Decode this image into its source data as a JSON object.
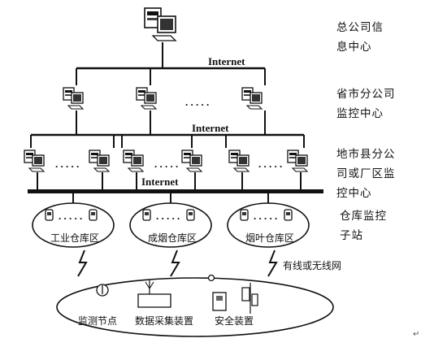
{
  "levels": [
    {
      "lines": [
        "总公司信",
        "息中心"
      ]
    },
    {
      "lines": [
        "省市分公司",
        "监控中心"
      ]
    },
    {
      "lines": [
        "地市县分公",
        "司或厂区监",
        "控中心"
      ]
    },
    {
      "lines": [
        "仓库监控",
        "子站"
      ]
    }
  ],
  "network_labels": {
    "top": "Internet",
    "middle": "Internet",
    "bottom": "Internet"
  },
  "warehouses": [
    "工业仓库区",
    "成烟仓库区",
    "烟叶仓库区"
  ],
  "ellipsis": ". . . . .",
  "link_label": "有线或无线网",
  "devices": [
    "监测节点",
    "数据采集装置",
    "安全装置"
  ],
  "para_mark": "↵"
}
